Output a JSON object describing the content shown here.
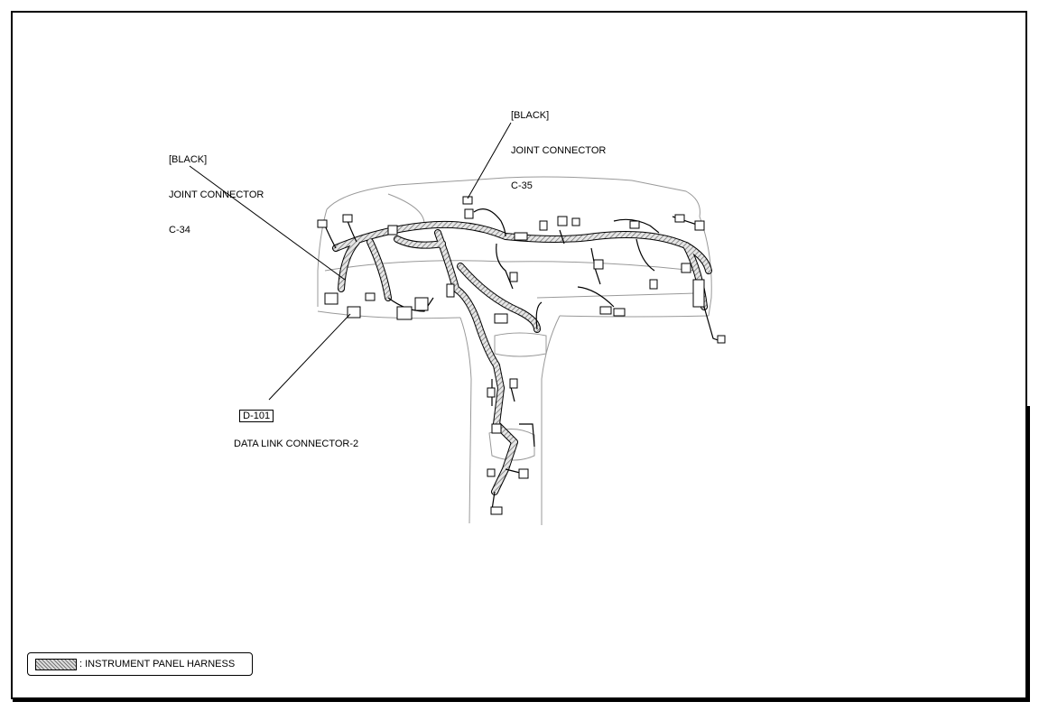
{
  "callouts": {
    "c34": {
      "color": "[BLACK]",
      "name": "JOINT CONNECTOR",
      "code": "C-34"
    },
    "c35": {
      "color": "[BLACK]",
      "name": "JOINT CONNECTOR",
      "code": "C-35"
    },
    "d101": {
      "code": "D-101",
      "name": "DATA LINK CONNECTOR-2"
    }
  },
  "legend": {
    "text": ": INSTRUMENT PANEL HARNESS",
    "swatch": "harness-hatch-swatch"
  }
}
